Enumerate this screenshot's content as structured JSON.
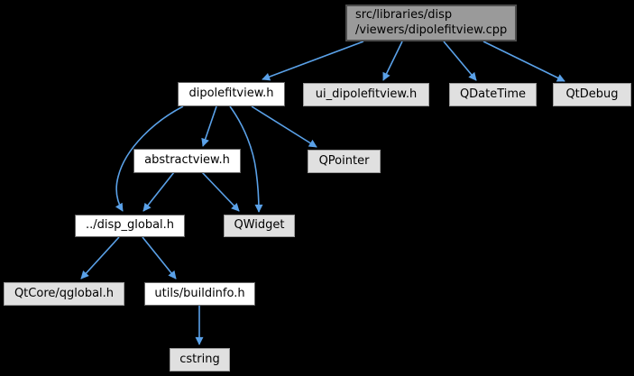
{
  "diagram": {
    "kind": "include-dependency-graph",
    "colors": {
      "background": "#000000",
      "edge": "#5aa1e8",
      "main_node_fill": "#9a9a9a",
      "main_node_border": "#4d4d4d",
      "internal_node_fill": "#ffffff",
      "internal_node_border": "#666666",
      "external_node_fill": "#e0e0e0",
      "external_node_border": "#9c9c9c",
      "text": "#000000"
    },
    "nodes": {
      "cpp": {
        "lines": [
          "src/libraries/disp",
          "/viewers/dipolefitview.cpp"
        ],
        "type": "main"
      },
      "dipolefitview_h": {
        "label": "dipolefitview.h",
        "type": "internal"
      },
      "ui_dipolefitview_h": {
        "label": "ui_dipolefitview.h",
        "type": "external"
      },
      "qdatetime": {
        "label": "QDateTime",
        "type": "external"
      },
      "qtdebug": {
        "label": "QtDebug",
        "type": "external"
      },
      "abstractview_h": {
        "label": "abstractview.h",
        "type": "internal"
      },
      "qpointer": {
        "label": "QPointer",
        "type": "external"
      },
      "disp_global_h": {
        "label": "../disp_global.h",
        "type": "internal"
      },
      "qwidget": {
        "label": "QWidget",
        "type": "external"
      },
      "qtcore_qglobal_h": {
        "label": "QtCore/qglobal.h",
        "type": "external"
      },
      "utils_buildinfo_h": {
        "label": "utils/buildinfo.h",
        "type": "internal"
      },
      "cstring": {
        "label": "cstring",
        "type": "external"
      }
    },
    "edges": [
      {
        "from": "cpp",
        "to": "dipolefitview_h"
      },
      {
        "from": "cpp",
        "to": "ui_dipolefitview_h"
      },
      {
        "from": "cpp",
        "to": "qdatetime"
      },
      {
        "from": "cpp",
        "to": "qtdebug"
      },
      {
        "from": "dipolefitview_h",
        "to": "abstractview_h"
      },
      {
        "from": "dipolefitview_h",
        "to": "qpointer"
      },
      {
        "from": "dipolefitview_h",
        "to": "qwidget"
      },
      {
        "from": "dipolefitview_h",
        "to": "disp_global_h"
      },
      {
        "from": "abstractview_h",
        "to": "disp_global_h"
      },
      {
        "from": "abstractview_h",
        "to": "qwidget"
      },
      {
        "from": "disp_global_h",
        "to": "qtcore_qglobal_h"
      },
      {
        "from": "disp_global_h",
        "to": "utils_buildinfo_h"
      },
      {
        "from": "utils_buildinfo_h",
        "to": "cstring"
      }
    ]
  }
}
